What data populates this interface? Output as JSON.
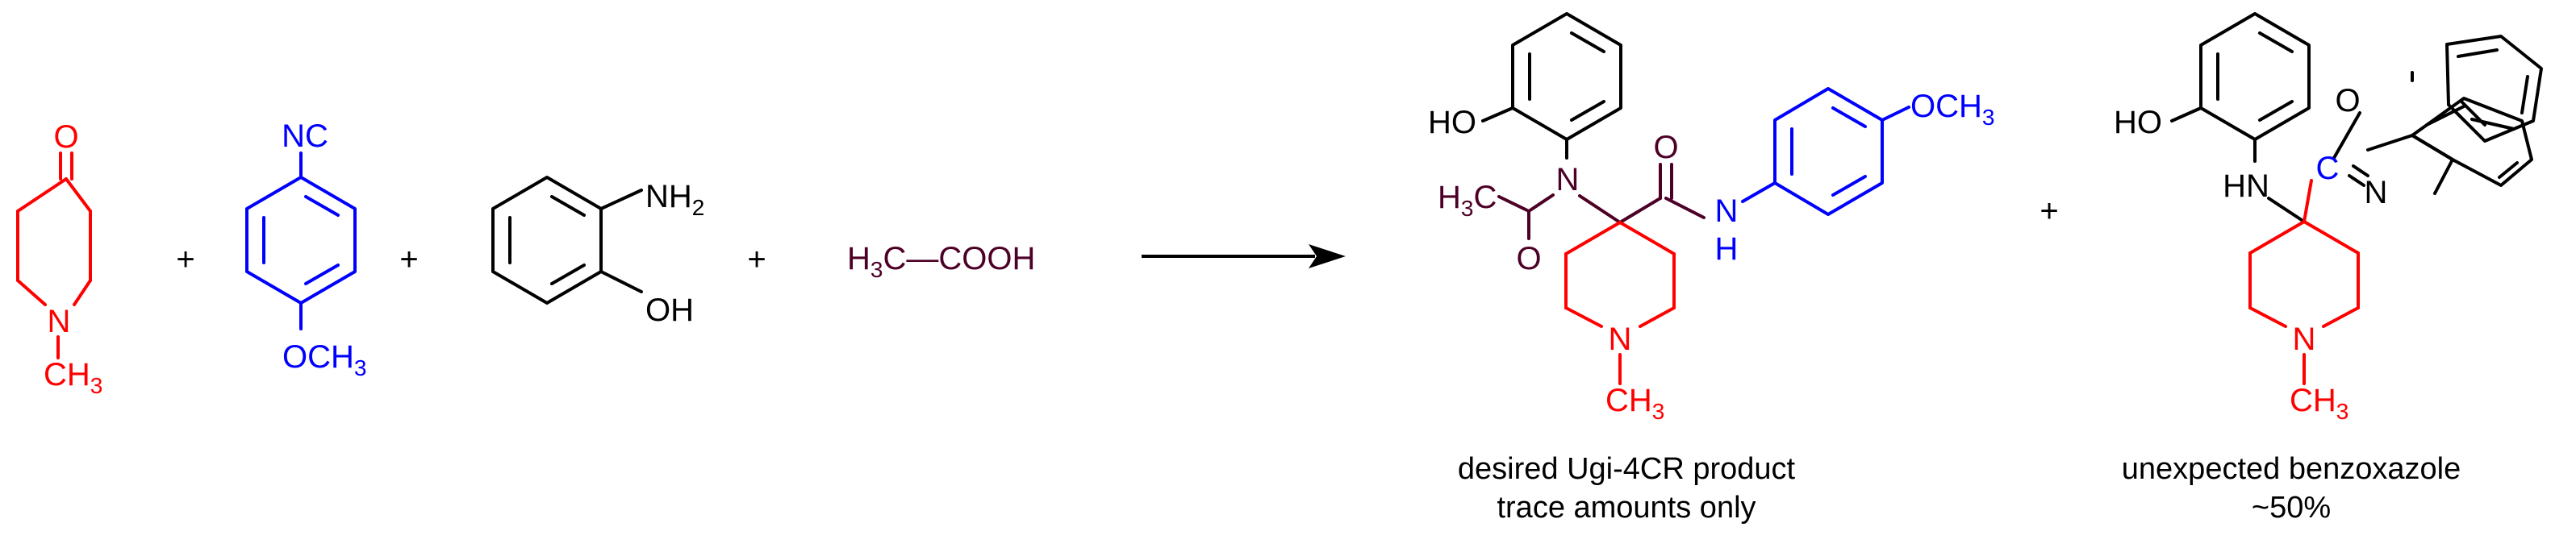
{
  "colors": {
    "black": "#000000",
    "red": "#ff0000",
    "blue": "#0000ff",
    "brown": "#4d0026"
  },
  "reactants": {
    "ketone": {
      "o": "O",
      "n": "N",
      "methyl": "CH",
      "methyl_sub": "3"
    },
    "isocyanide": {
      "nc": "NC",
      "methoxy": "OCH",
      "methoxy_sub": "3"
    },
    "aminophenol": {
      "amine": "NH",
      "amine_sub": "2",
      "hydroxy": "OH"
    },
    "acetic_acid": {
      "h": "H",
      "h_sub": "3",
      "rest": "C—COOH"
    }
  },
  "plus_sign": "+",
  "product_ugi": {
    "ho": "HO",
    "n_amide": "N",
    "o_top": "O",
    "acetyl_h": "H",
    "acetyl_sub": "3",
    "acetyl_c": "C",
    "o_bottom": "O",
    "nh_n": "N",
    "nh_h": "H",
    "methoxy": "OCH",
    "methoxy_sub": "3",
    "n_ring": "N",
    "methyl": "CH",
    "methyl_sub": "3",
    "caption_line1": "desired Ugi-4CR product",
    "caption_line2": "trace amounts only"
  },
  "product_benzoxazole": {
    "ho": "HO",
    "hn": "HN",
    "c_label": "C",
    "o_label": "O",
    "n_label": "N",
    "n_ring": "N",
    "methyl": "CH",
    "methyl_sub": "3",
    "caption_line1": "unexpected benzoxazole",
    "caption_line2": "~50%"
  }
}
